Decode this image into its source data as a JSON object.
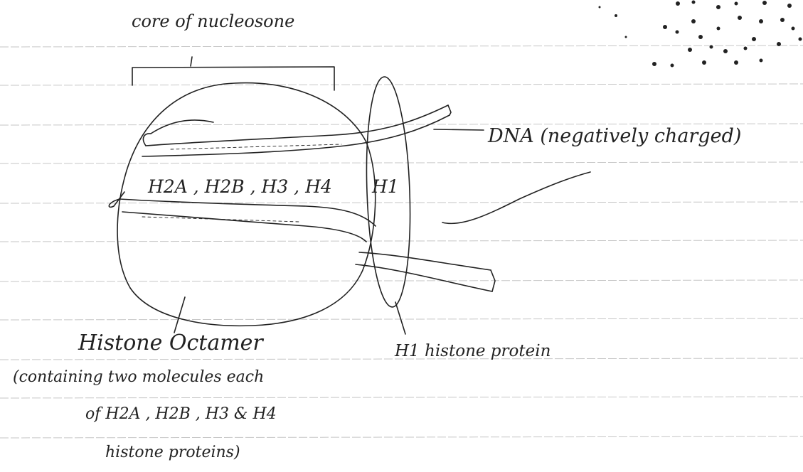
{
  "colors": {
    "ink": "#222222",
    "ruling": "#b9b9b9",
    "paper": "#ffffff"
  },
  "labels": {
    "core": "core of nucleosone",
    "histones": "H2A , H2B , H3 , H4",
    "h1": "H1",
    "dna": "DNA (negatively charged)",
    "octamer": "Histone Octamer",
    "octamer_desc_1": "(containing two molecules each",
    "octamer_desc_2": "of H2A , H2B , H3 & H4",
    "octamer_desc_3": "histone proteins)",
    "h1_protein": "H1 histone protein"
  }
}
